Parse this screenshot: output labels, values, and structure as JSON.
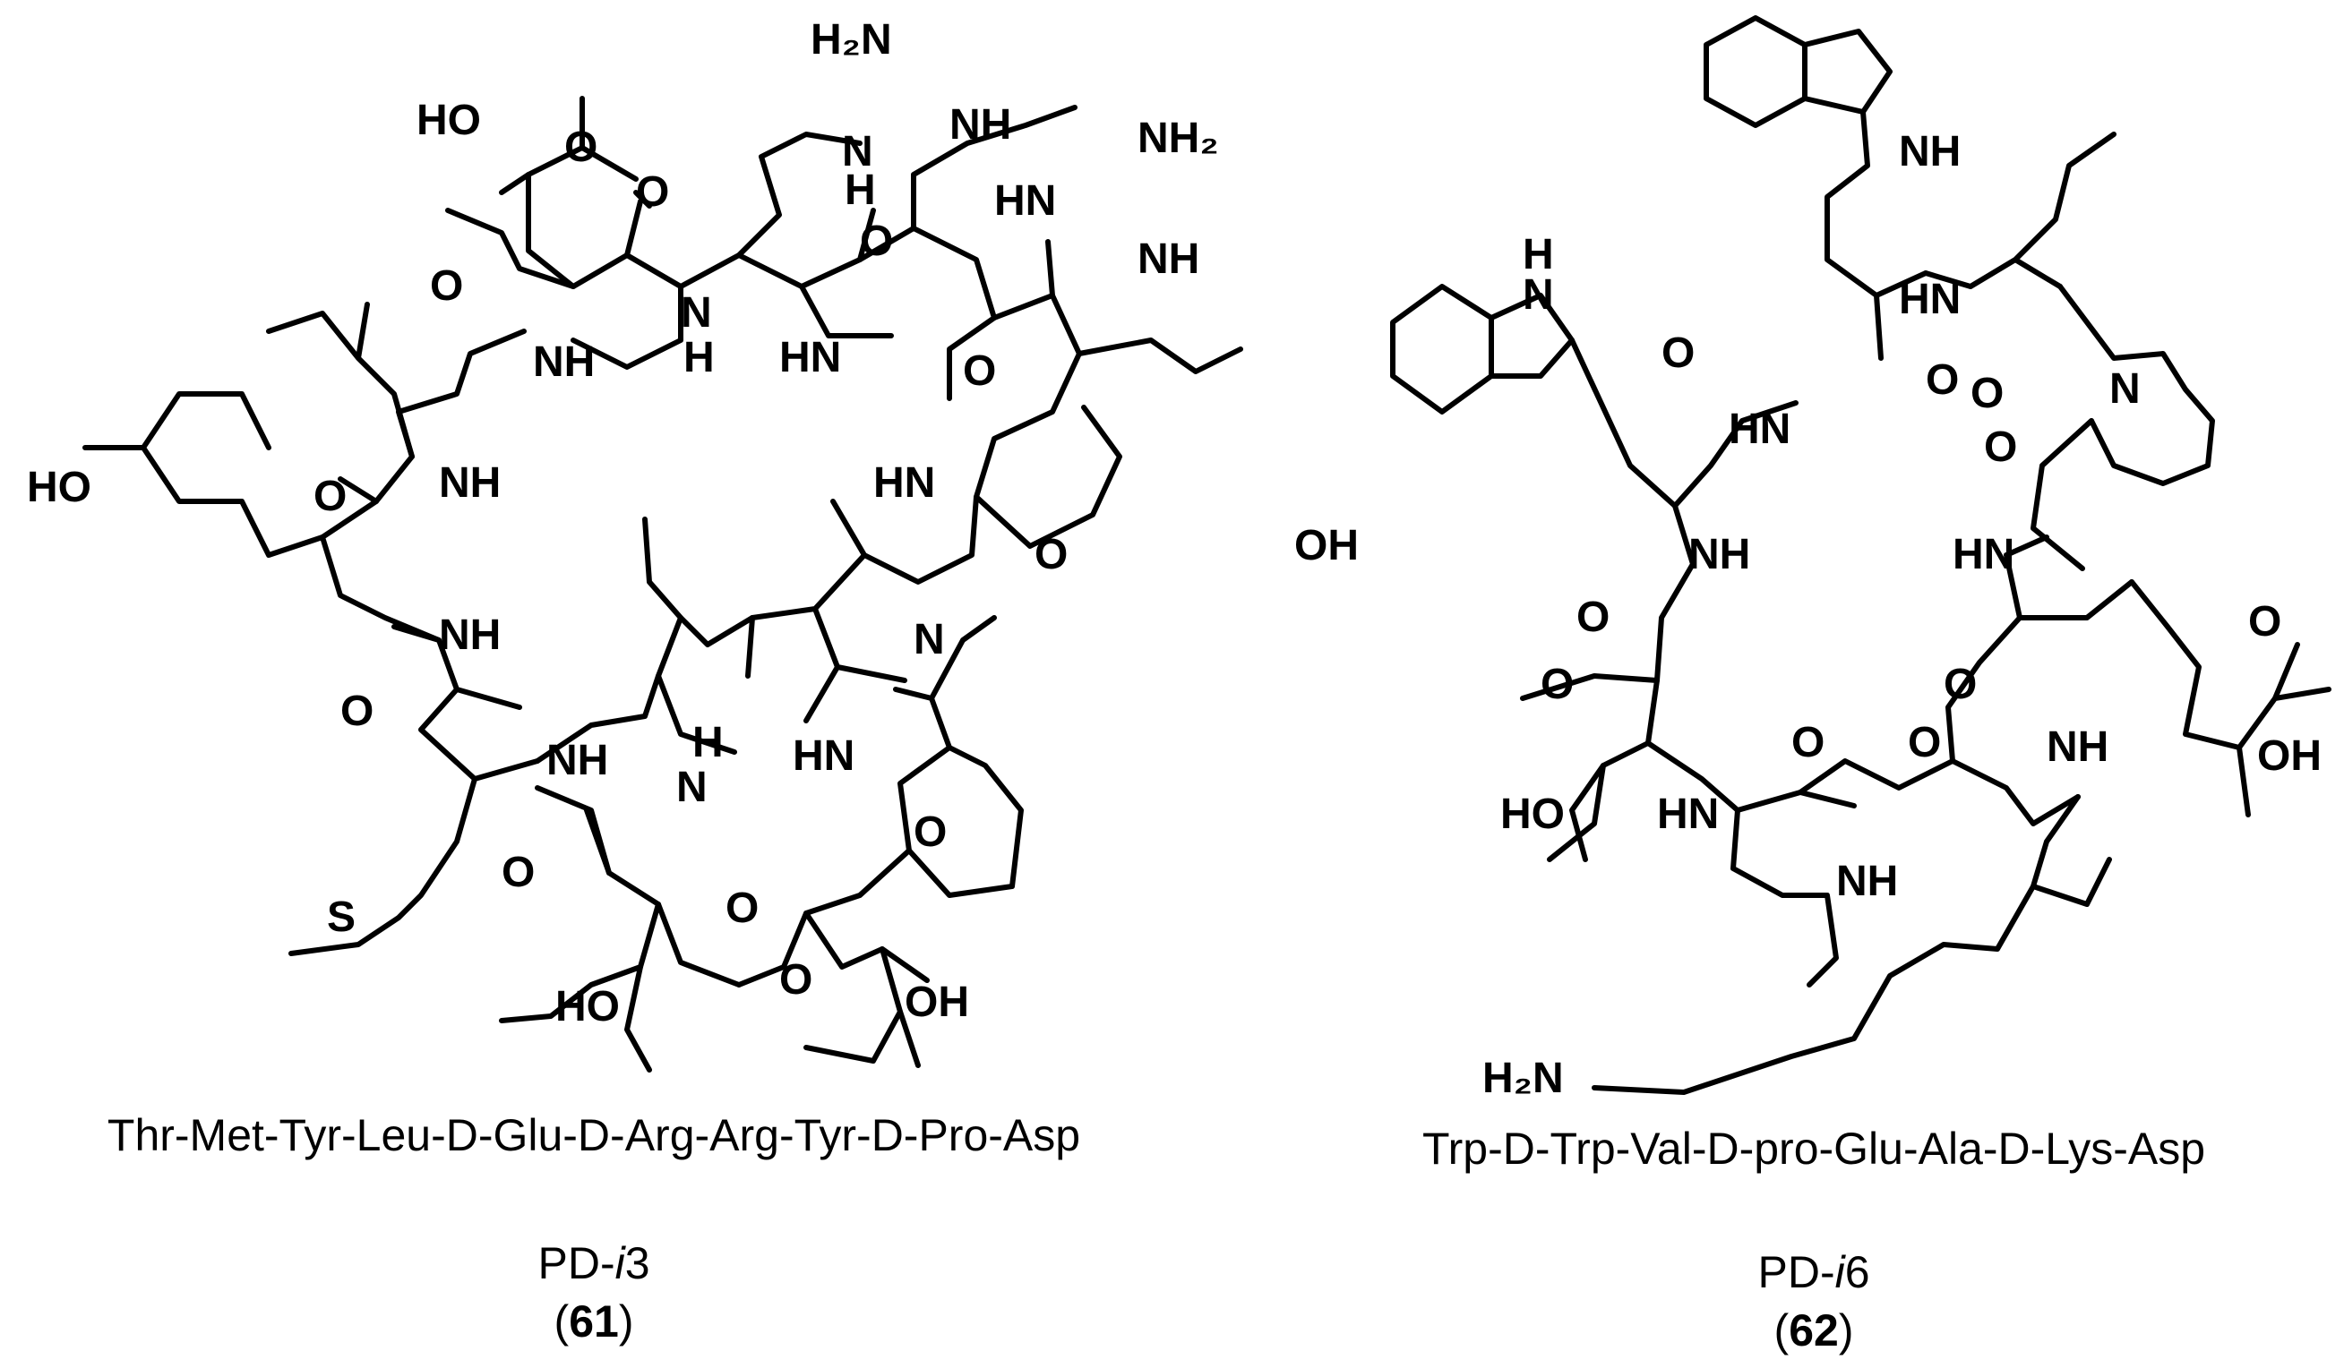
{
  "compounds": [
    {
      "sequence": "Thr-Met-Tyr-Leu-D-Glu-D-Arg-Arg-Tyr-D-Pro-Asp",
      "name_prefix": "PD-",
      "name_italic": "i",
      "name_suffix": "3",
      "number": "61",
      "paren_open": "(",
      "paren_close": ")"
    },
    {
      "sequence": "Trp-D-Trp-Val-D-pro-Glu-Ala-D-Lys-Asp",
      "name_prefix": "PD-",
      "name_italic": "i",
      "name_suffix": "6",
      "number": "62",
      "paren_open": "(",
      "paren_close": ")"
    }
  ],
  "atom_labels": {
    "c61": {
      "oh_top": "HO",
      "o_top": "O",
      "h2n_top": "H₂N",
      "nh_top": "NH",
      "nh2_right": "NH₂",
      "h_arg": "H",
      "n_arg": "N",
      "o_arg1": "O",
      "hn_arg2": "HN",
      "nh_arg2": "NH",
      "o_leu": "O",
      "o_glu": "O",
      "nh_1": "NH",
      "nh_2": "N",
      "h_2": "H",
      "hn_1": "HN",
      "ho_tyr": "HO",
      "o_2": "O",
      "nh_3": "NH",
      "o_3": "O",
      "hn_2": "HN",
      "o_4": "O",
      "oh_tyr2": "OH",
      "n_pro": "N",
      "nh_4": "NH",
      "o_5": "O",
      "nh_5": "NH",
      "h_6": "H",
      "n_6": "N",
      "hn_6": "HN",
      "o_6": "O",
      "o_7": "O",
      "s_met": "S",
      "o_8": "O",
      "ho_thr": "HO",
      "o_9": "O",
      "oh_asp": "OH"
    },
    "c62": {
      "nh_ind1": "NH",
      "h_ind2": "H",
      "n_ind2": "N",
      "hn_val": "HN",
      "o_1": "O",
      "o_2": "O",
      "hn_1": "HN",
      "o_3": "O",
      "n_pro": "N",
      "o_4": "O",
      "nh_1": "NH",
      "hn_2": "HN",
      "o_5": "O",
      "o_6": "O",
      "o_7": "O",
      "o_8": "O",
      "nh_2": "NH",
      "ho_asp": "HO",
      "hn_3": "HN",
      "o_9": "O",
      "o_10": "O",
      "nh_3": "NH",
      "oh_glu": "OH",
      "h2n_lys": "H₂N"
    }
  }
}
